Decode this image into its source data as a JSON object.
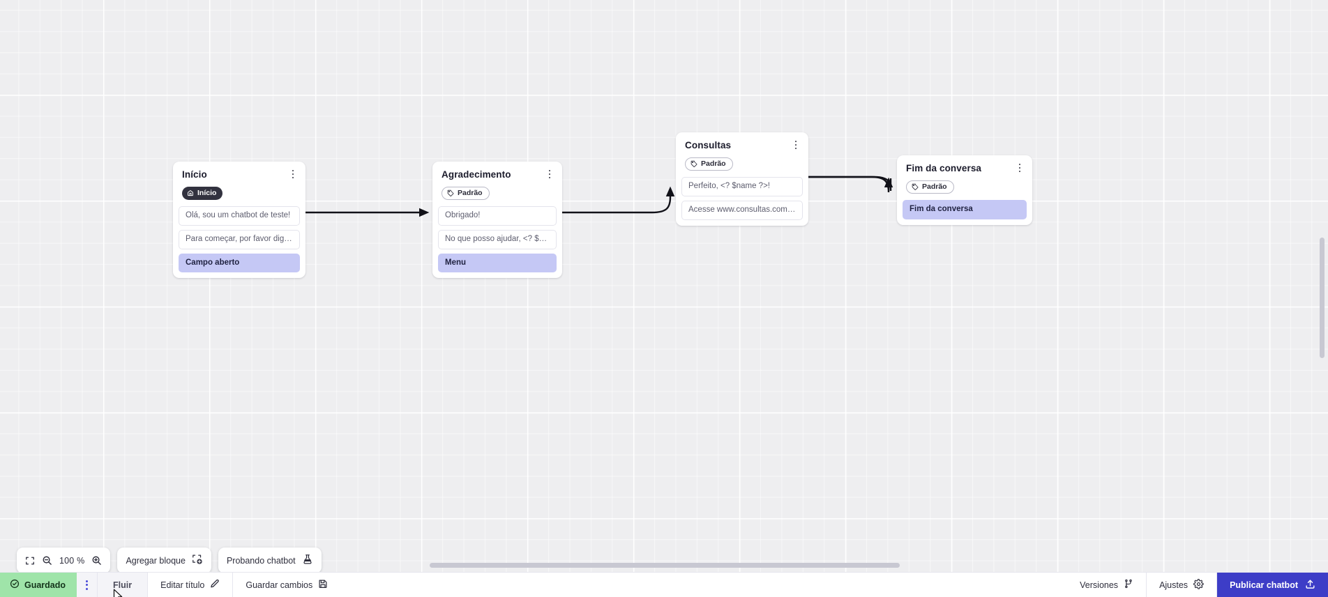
{
  "app": {
    "accent_color": "#3d3dc7",
    "accent_soft": "#c5c8f5",
    "saved_bg": "#9fe4a9",
    "canvas_bg": "#eeeef0"
  },
  "canvas": {
    "nodes": [
      {
        "id": "inicio",
        "title": "Início",
        "badge": {
          "label": "Início",
          "icon": "home-icon",
          "style": "dark"
        },
        "messages": [
          {
            "text": "Olá, sou um chatbot de teste!",
            "style": "plain"
          },
          {
            "text": "Para começar, por favor digite o ...",
            "style": "plain"
          },
          {
            "text": "Campo aberto",
            "style": "accent"
          }
        ]
      },
      {
        "id": "agradecimento",
        "title": "Agradecimento",
        "badge": {
          "label": "Padrão",
          "icon": "tag-icon",
          "style": "outline"
        },
        "messages": [
          {
            "text": "Obrigado!",
            "style": "plain"
          },
          {
            "text": "No que posso ajudar, <? $name ...",
            "style": "plain"
          },
          {
            "text": "Menu",
            "style": "accent"
          }
        ]
      },
      {
        "id": "consultas",
        "title": "Consultas",
        "badge": {
          "label": "Padrão",
          "icon": "tag-icon",
          "style": "outline"
        },
        "messages": [
          {
            "text": "Perfeito, <? $name ?>!",
            "style": "plain"
          },
          {
            "text": "Acesse www.consultas.com par...",
            "style": "plain"
          }
        ]
      },
      {
        "id": "fim",
        "title": "Fim da conversa",
        "badge": {
          "label": "Padrão",
          "icon": "tag-icon",
          "style": "outline"
        },
        "messages": [
          {
            "text": "Fim da conversa",
            "style": "accent"
          }
        ]
      }
    ],
    "edges": [
      {
        "from": "inicio",
        "to": "agradecimento"
      },
      {
        "from": "agradecimento",
        "to": "consultas"
      },
      {
        "from": "consultas",
        "to": "fim"
      }
    ]
  },
  "toolbar": {
    "fit_icon": "fit-screen-icon",
    "zoom_out_icon": "zoom-out-icon",
    "zoom_level": "100 %",
    "zoom_in_icon": "zoom-in-icon",
    "add_block_label": "Agregar bloque",
    "add_block_icon": "add-block-icon",
    "test_chatbot_label": "Probando chatbot",
    "test_chatbot_icon": "flask-icon"
  },
  "statusbar": {
    "saved_label": "Guardado",
    "saved_icon": "check-circle-icon",
    "kebab_icon": "more-vertical-icon",
    "flow_label": "Fluir",
    "edit_title_label": "Editar título",
    "edit_title_icon": "pencil-icon",
    "save_changes_label": "Guardar cambios",
    "save_changes_icon": "floppy-disk-icon",
    "versions_label": "Versiones",
    "versions_icon": "branch-icon",
    "settings_label": "Ajustes",
    "settings_icon": "gear-icon",
    "publish_label": "Publicar chatbot",
    "publish_icon": "upload-icon"
  }
}
